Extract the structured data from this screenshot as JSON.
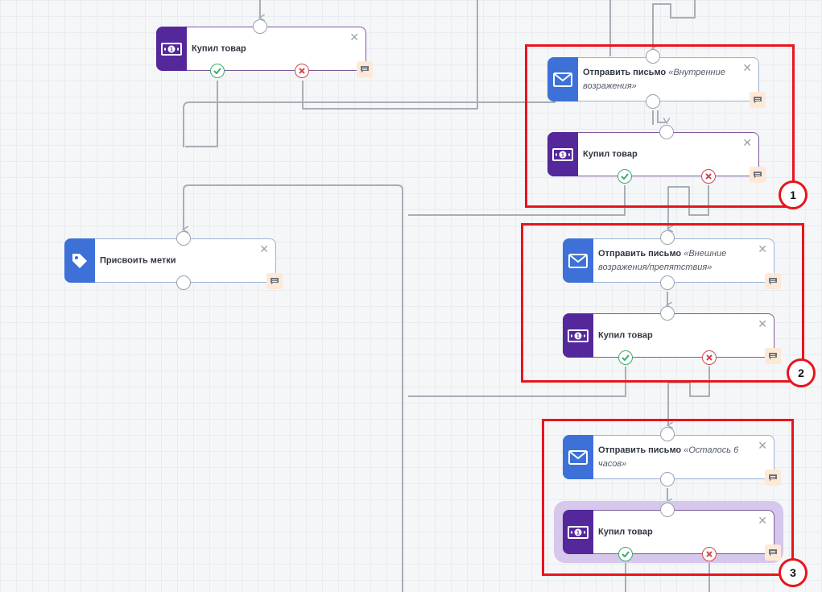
{
  "colors": {
    "canvas_bg": "#f5f6f8",
    "connector": "#a7aeb7",
    "buy_icon_bg": "#54289a",
    "mail_icon_bg": "#3d71d8",
    "annotation_red": "#e8151c",
    "yes_port": "#3faa6f",
    "no_port": "#d2474b",
    "comment_bg": "#fde9d6"
  },
  "nodes": {
    "buy_top": {
      "action": "Купил товар",
      "icon": "money-icon"
    },
    "assign_tags": {
      "action": "Присвоить метки",
      "icon": "tag-icon"
    },
    "mail_g1": {
      "action": "Отправить письмо",
      "subject": "«Внутренние возражения»",
      "icon": "envelope-icon"
    },
    "buy_g1": {
      "action": "Купил товар",
      "icon": "money-icon"
    },
    "mail_g2": {
      "action": "Отправить письмо",
      "subject": "«Внешние возражения/препятствия»",
      "icon": "envelope-icon"
    },
    "buy_g2": {
      "action": "Купил товар",
      "icon": "money-icon"
    },
    "mail_g3": {
      "action": "Отправить письмо",
      "subject": "«Осталось 6 часов»",
      "icon": "envelope-icon"
    },
    "buy_g3": {
      "action": "Купил товар",
      "icon": "money-icon",
      "selected": true
    }
  },
  "groups": [
    {
      "badge": "1"
    },
    {
      "badge": "2"
    },
    {
      "badge": "3"
    }
  ]
}
